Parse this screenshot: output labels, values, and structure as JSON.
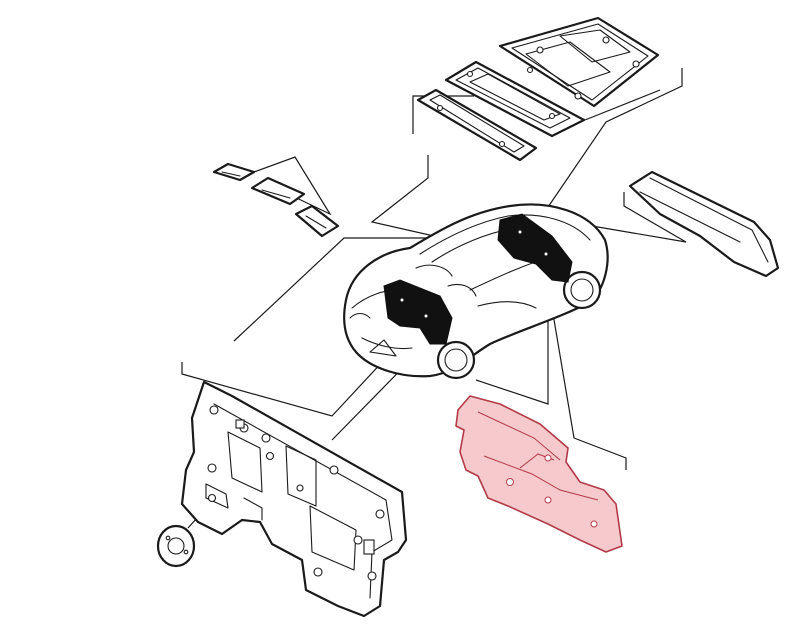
{
  "colors": {
    "line": "#1a1a1a",
    "background": "#ffffff",
    "highlight_fill": "#f6c9cc",
    "highlight_stroke": "#b23a48",
    "insulation_dark": "#111111"
  },
  "parts": [
    {
      "name": "roof-panel-insulation"
    },
    {
      "name": "roof-front-insulation"
    },
    {
      "name": "roof-rear-insulation"
    },
    {
      "name": "rear-shelf-insulation"
    },
    {
      "name": "small-insulation-pads"
    },
    {
      "name": "bulkhead-insulation-panel"
    },
    {
      "name": "round-grommet"
    },
    {
      "name": "side-insulation-highlighted",
      "highlighted": true
    }
  ]
}
